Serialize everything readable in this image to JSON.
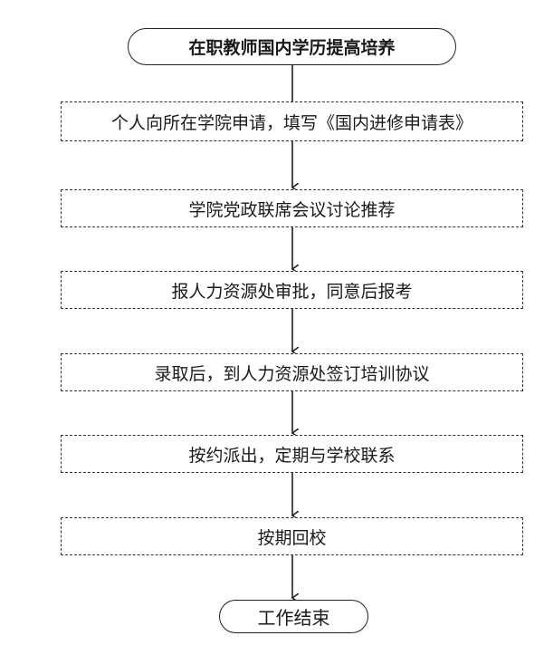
{
  "diagram": {
    "start": "在职教师国内学历提高培养",
    "steps": [
      "个人向所在学院申请，填写《国内进修申请表》",
      "学院党政联席会议讨论推荐",
      "报人力资源处审批，同意后报考",
      "录取后，到人力资源处签订培训协议",
      "按约派出，定期与学校联系",
      "按期回校"
    ],
    "end": "工作结束"
  }
}
